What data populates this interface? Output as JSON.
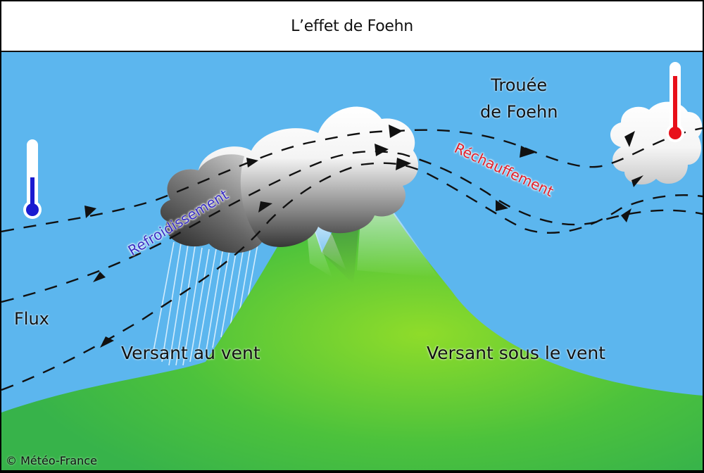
{
  "header": {
    "title": "L’effet de Foehn"
  },
  "labels": {
    "flux": "Flux",
    "windward_slope": "Versant au vent",
    "leeward_slope": "Versant sous le vent",
    "foehn_gap_line1": "Trouée",
    "foehn_gap_line2": "de Foehn",
    "cooling": "Refroidissement",
    "warming": "Réchauffement"
  },
  "footer": {
    "copyright": "© Météo-France"
  },
  "icons": {
    "cold_thermometer": "thermometer-cold-icon",
    "warm_thermometer": "thermometer-warm-icon",
    "flow_arrow": "arrowhead-icon"
  },
  "colors": {
    "sky": "#5cb6ee",
    "ground": "#39b54a",
    "ground_highlight": "#8fdc2a",
    "cold": "#1a1ad0",
    "warm": "#e8101a",
    "cooling_text": "#3a2fc4",
    "warming_text": "#e0202a",
    "flow_lines": "#111111"
  }
}
